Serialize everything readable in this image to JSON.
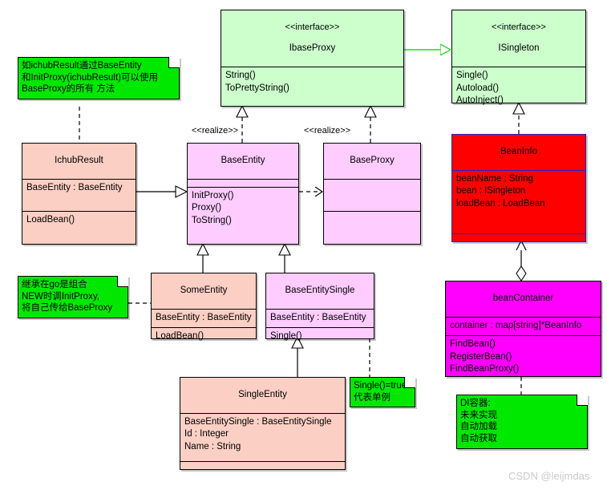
{
  "diagram": {
    "title": "UML Class Diagram - Go DI Container / BaseProxy",
    "watermark": "CSDN @leijmdas",
    "colors": {
      "interface_fill": "#ccffcc",
      "entity_fill": "#fbcfc4",
      "proxy_fill": "#ffccff",
      "beaninfo_fill": "#ff0000",
      "beaninfo_border": "#2222cc",
      "container_fill": "#ff00ff",
      "note_fill": "#00e800",
      "line": "#000000",
      "green_line": "#00cc00",
      "watermark": "#c9c9c9"
    },
    "classes": [
      {
        "id": "ibaseproxy",
        "stereotype": "<<interface>>",
        "name": "IbaseProxy",
        "attributes": [],
        "operations": [
          "String()",
          "ToPrettyString()"
        ]
      },
      {
        "id": "isingleton",
        "stereotype": "<<interface>>",
        "name": "ISingleton",
        "attributes": [],
        "operations": [
          "Single()",
          "Autoload()",
          "AutoInject()"
        ]
      },
      {
        "id": "ichubresult",
        "stereotype": "",
        "name": "IchubResult",
        "attributes": [
          "BaseEntity : BaseEntity"
        ],
        "operations": [
          "LoadBean()"
        ]
      },
      {
        "id": "baseentity",
        "stereotype": "",
        "name": "BaseEntity",
        "attributes": [],
        "operations": [
          "InitProxy()",
          "Proxy()",
          "ToString()"
        ]
      },
      {
        "id": "baseproxy",
        "stereotype": "",
        "name": "BaseProxy",
        "attributes": [],
        "operations": []
      },
      {
        "id": "beaninfo",
        "stereotype": "",
        "name": "BeanInfo",
        "attributes": [
          "beanName : String",
          "bean : ISingleton",
          "loadBean : LoadBean"
        ],
        "operations": []
      },
      {
        "id": "someentity",
        "stereotype": "",
        "name": "SomeEntity",
        "attributes": [
          "BaseEntity : BaseEntity"
        ],
        "operations": [
          "LoadBean()"
        ]
      },
      {
        "id": "baseentitysingle",
        "stereotype": "",
        "name": "BaseEntitySingle",
        "attributes": [
          "BaseEntity : BaseEntity"
        ],
        "operations": [
          "Single()"
        ]
      },
      {
        "id": "beancontainer",
        "stereotype": "",
        "name": "beanContainer",
        "attributes": [
          "container : map[string]*BeanInfo"
        ],
        "operations": [
          "FindBean()",
          "RegisterBean()",
          "FindBeanProxy()"
        ]
      },
      {
        "id": "singleentity",
        "stereotype": "",
        "name": "SingleEntity",
        "attributes": [
          "BaseEntitySingle : BaseEntitySingle",
          "Id : Integer",
          "Name : String"
        ],
        "operations": []
      }
    ],
    "notes": [
      {
        "id": "note-ichubresult",
        "lines": [
          "如ichubResult通过BaseEntity",
          "和InitProxy(ichubResult)可以使用",
          "BaseProxy的所有 方法"
        ]
      },
      {
        "id": "note-someentity",
        "lines": [
          "继承在go是组合",
          "NEW时调InitProxy,",
          "将自己传给BaseProxy"
        ]
      },
      {
        "id": "note-single",
        "lines": [
          "Single()=true",
          "代表单例"
        ]
      },
      {
        "id": "note-di",
        "lines": [
          "DI容器:",
          "未来实现",
          "自动加载",
          "自动获取"
        ]
      }
    ],
    "edge_labels": [
      {
        "id": "realize-baseentity",
        "text": "<<realize>>"
      },
      {
        "id": "realize-baseproxy",
        "text": "<<realize>>"
      }
    ]
  }
}
